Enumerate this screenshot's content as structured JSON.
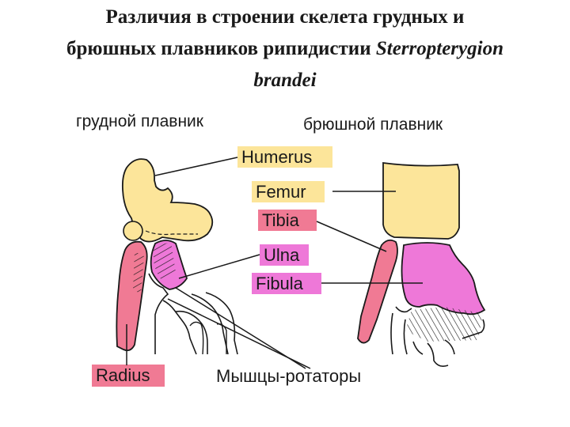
{
  "title": {
    "line1": "Различия в строении скелета грудных и",
    "line2_plain": "брюшных плавников рипидистии ",
    "line2_italic": "Sterropterygion",
    "line3_italic": "brandei"
  },
  "headers": {
    "pectoral": "грудной плавник",
    "pelvic": "брюшной плавник"
  },
  "labels": {
    "humerus": "Humerus",
    "femur": "Femur",
    "tibia": "Tibia",
    "ulna": "Ulna",
    "fibula": "Fibula",
    "radius": "Radius",
    "rotators": "Мышцы-ротаторы"
  },
  "colors": {
    "humerus_femur": "#fce59a",
    "tibia_radius": "#f07a94",
    "ulna_fibula": "#ee78d8",
    "outline": "#1a1a1a"
  }
}
